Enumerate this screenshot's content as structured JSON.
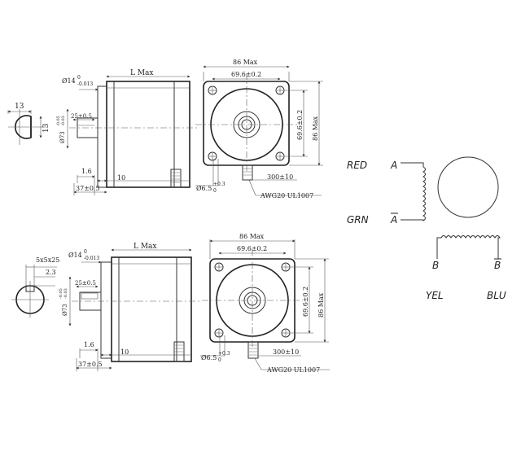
{
  "top_view": {
    "shaft_flat_width": "13",
    "shaft_flat_height": "13",
    "shaft_dia": "Ø14",
    "shaft_dia_tol_up": "0",
    "shaft_dia_tol_down": "-0.013",
    "pilot_dia": "Ø73",
    "pilot_dia_tol_up": "-0.05",
    "pilot_dia_tol_down": "-0.03",
    "flat_length": "25±0.5",
    "pilot_depth": "1.6",
    "flange_thickness": "10",
    "shaft_length": "37±0.5",
    "body_length": "L Max",
    "face_width": "86 Max",
    "hole_spacing_h": "69.6±0.2",
    "hole_spacing_v": "69.6±0.2",
    "face_height": "86 Max",
    "mount_hole": "Ø6.5",
    "mount_hole_tol_up": "+0.3",
    "mount_hole_tol_down": "0",
    "lead_length": "300±10",
    "lead_wire": "AWG20 UL1007"
  },
  "bottom_view": {
    "key_size": "5x5x25",
    "key_depth": "2.3",
    "shaft_dia": "Ø14",
    "shaft_dia_tol_up": "0",
    "shaft_dia_tol_down": "-0.013",
    "pilot_dia": "Ø73",
    "pilot_dia_tol_up": "-0.05",
    "pilot_dia_tol_down": "-0.03",
    "key_length": "25±0.5",
    "pilot_depth": "1.6",
    "flange_thickness": "10",
    "shaft_length": "37±0.5",
    "body_length": "L Max",
    "face_width": "86 Max",
    "hole_spacing_h": "69.6±0.2",
    "hole_spacing_v": "69.6±0.2",
    "face_height": "86 Max",
    "mount_hole": "Ø6.5",
    "mount_hole_tol_up": "+0.3",
    "mount_hole_tol_down": "0",
    "lead_length": "300±10",
    "lead_wire": "AWG20 UL1007"
  },
  "wiring": {
    "red": "RED",
    "grn": "GRN",
    "yel": "YEL",
    "blu": "BLU",
    "phase_a": "A",
    "phase_a_bar": "A",
    "phase_b": "B",
    "phase_b_bar": "B"
  }
}
